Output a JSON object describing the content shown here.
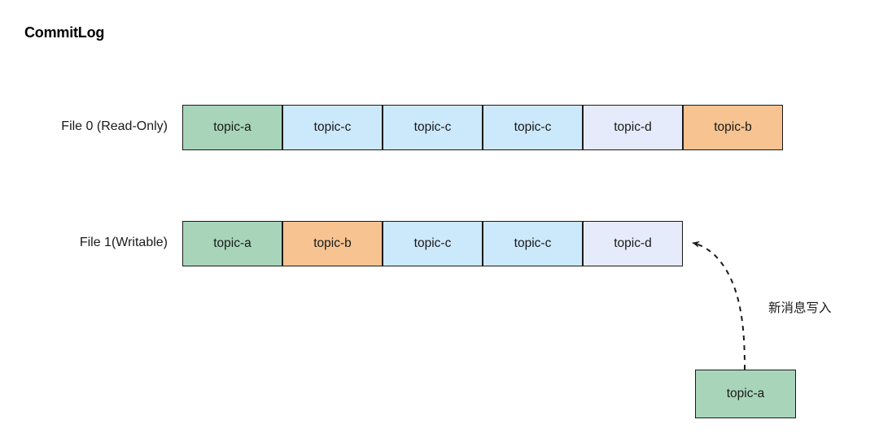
{
  "diagram": {
    "title": "CommitLog",
    "rows": [
      {
        "label": "File 0 (Read-Only)",
        "segments": [
          {
            "label": "topic-a",
            "color": "#a8d5ba"
          },
          {
            "label": "topic-c",
            "color": "#cce8fb"
          },
          {
            "label": "topic-c",
            "color": "#cce8fb"
          },
          {
            "label": "topic-c",
            "color": "#cce8fb"
          },
          {
            "label": "topic-d",
            "color": "#e6ebfb"
          },
          {
            "label": "topic-b",
            "color": "#f6c391"
          }
        ]
      },
      {
        "label": "File 1(Writable)",
        "segments": [
          {
            "label": "topic-a",
            "color": "#a8d5ba"
          },
          {
            "label": "topic-b",
            "color": "#f6c391"
          },
          {
            "label": "topic-c",
            "color": "#cce8fb"
          },
          {
            "label": "topic-c",
            "color": "#cce8fb"
          },
          {
            "label": "topic-d",
            "color": "#e6ebfb"
          }
        ]
      }
    ],
    "incoming": {
      "box_label": "topic-a",
      "box_color": "#a8d5ba",
      "annotation": "新消息写入",
      "arrow_style": "dashed-curved",
      "arrow_color": "#1a1a1a"
    },
    "palette": {
      "green": "#a8d5ba",
      "blue": "#cce8fb",
      "lavender": "#e6ebfb",
      "orange": "#f6c391",
      "stroke": "#1a1a1a",
      "background": "#ffffff"
    }
  }
}
